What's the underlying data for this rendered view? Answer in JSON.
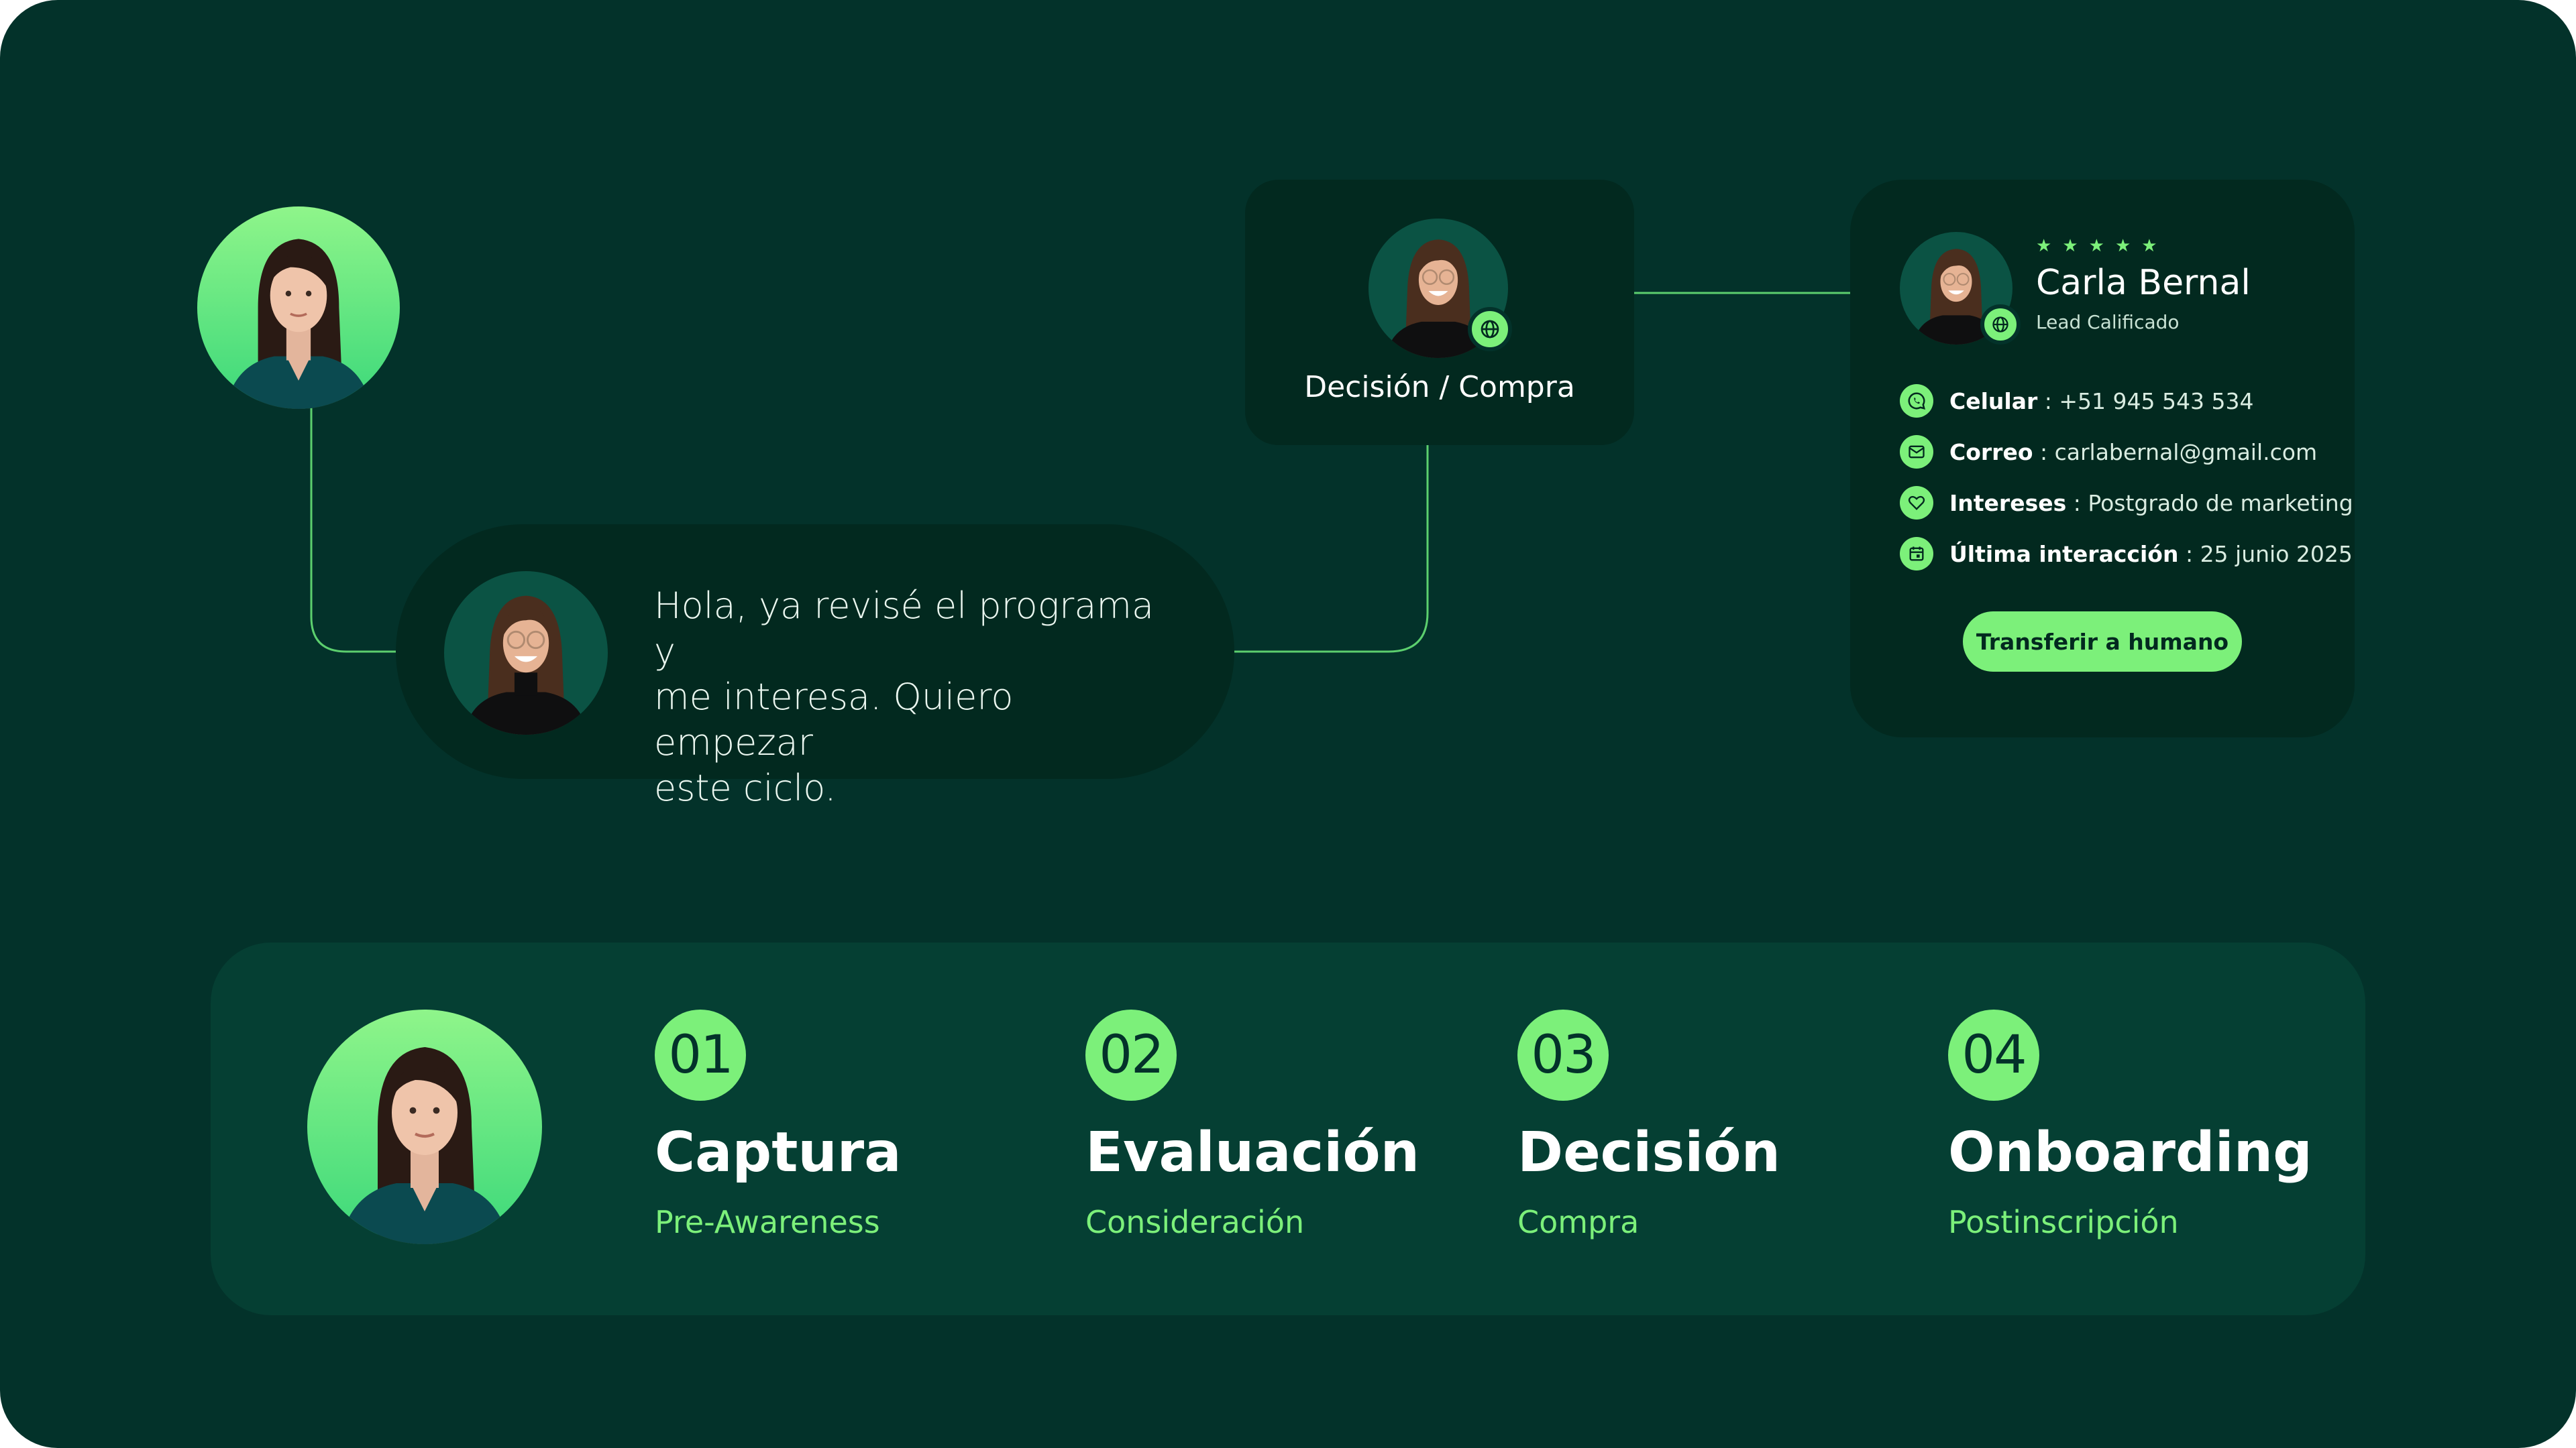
{
  "colors": {
    "background": "#03322a",
    "card": "#02291f",
    "panel": "#053f33",
    "accent": "#7cf07a",
    "text": "#ffffff"
  },
  "message": {
    "lines": [
      "Hola, ya revisé el programa y",
      "me interesa. Quiero empezar",
      "este ciclo."
    ]
  },
  "stage_card": {
    "label": "Decisión / Compra",
    "badge_icon": "globe-icon"
  },
  "profile": {
    "name": "Carla Bernal",
    "status": "Lead Calificado",
    "rating": 5,
    "stars": [
      "★",
      "★",
      "★",
      "★",
      "★"
    ],
    "fields": [
      {
        "icon": "whatsapp-icon",
        "key": "Celular",
        "value": "+51 945 543 534"
      },
      {
        "icon": "mail-icon",
        "key": "Correo",
        "value": "carlabernal@gmail.com"
      },
      {
        "icon": "heart-icon",
        "key": "Intereses",
        "value": "Postgrado de marketing"
      },
      {
        "icon": "calendar-icon",
        "key": "Última interacción",
        "value": "25 junio 2025"
      }
    ],
    "separator": " : ",
    "transfer_button": "Transferir a humano"
  },
  "journey": {
    "steps": [
      {
        "number": "01",
        "title": "Captura",
        "subtitle": "Pre-Awareness"
      },
      {
        "number": "02",
        "title": "Evaluación",
        "subtitle": "Consideración"
      },
      {
        "number": "03",
        "title": "Decisión",
        "subtitle": "Compra"
      },
      {
        "number": "04",
        "title": "Onboarding",
        "subtitle": "Postinscripción"
      }
    ]
  }
}
